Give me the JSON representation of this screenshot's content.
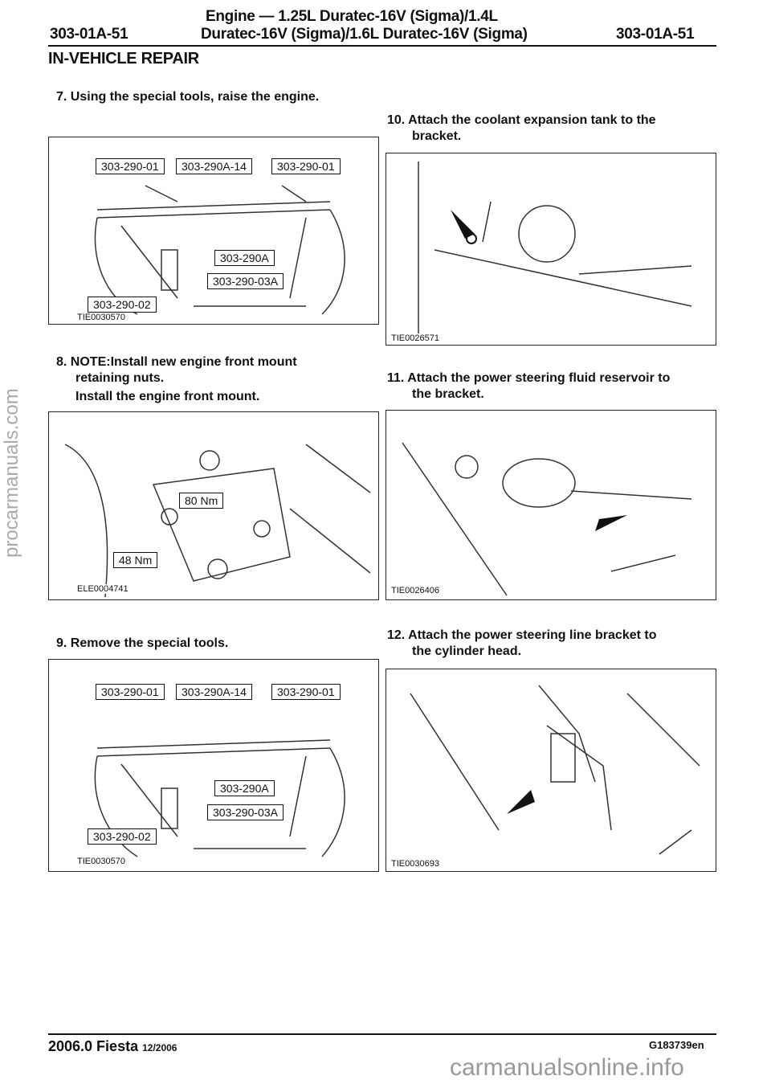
{
  "header": {
    "title_line1": "Engine — 1.25L Duratec-16V (Sigma)/1.4L",
    "title_line2": "Duratec-16V (Sigma)/1.6L Duratec-16V (Sigma)",
    "page_left": "303-01A-51",
    "page_right": "303-01A-51",
    "section": "IN-VEHICLE REPAIR"
  },
  "steps": [
    {
      "text": "7. Using the special tools, raise the engine."
    },
    {
      "text_line1": "8. NOTE:Install new engine front mount",
      "text_line2": "retaining nuts.",
      "text_line3": "Install the engine front mount."
    },
    {
      "text": "9. Remove the special tools."
    },
    {
      "text_line1": "10. Attach the coolant expansion tank to the",
      "text_line2": "bracket."
    },
    {
      "text_line1": "11. Attach the power steering fluid reservoir to",
      "text_line2": "the bracket."
    },
    {
      "text_line1": "12. Attach the power steering line bracket to",
      "text_line2": "the cylinder head."
    }
  ],
  "figures": [
    {
      "id": "TIE0030570",
      "callouts": [
        "303-290-01",
        "303-290A-14",
        "303-290-01",
        "303-290A",
        "303-290-03A",
        "303-290-02"
      ]
    },
    {
      "id": "ELE0004741",
      "callouts": [
        "80 Nm",
        "48 Nm"
      ]
    },
    {
      "id": "TIE0030570",
      "callouts": [
        "303-290-01",
        "303-290A-14",
        "303-290-01",
        "303-290A",
        "303-290-03A",
        "303-290-02"
      ]
    },
    {
      "id": "TIE0026571"
    },
    {
      "id": "TIE0026406"
    },
    {
      "id": "TIE0030693"
    }
  ],
  "footer": {
    "model": "2006.0 Fiesta",
    "date": "12/2006",
    "code": "G183739en"
  },
  "watermarks": {
    "side": "procarmanuals.com",
    "bottom": "carmanualsonline.info"
  }
}
